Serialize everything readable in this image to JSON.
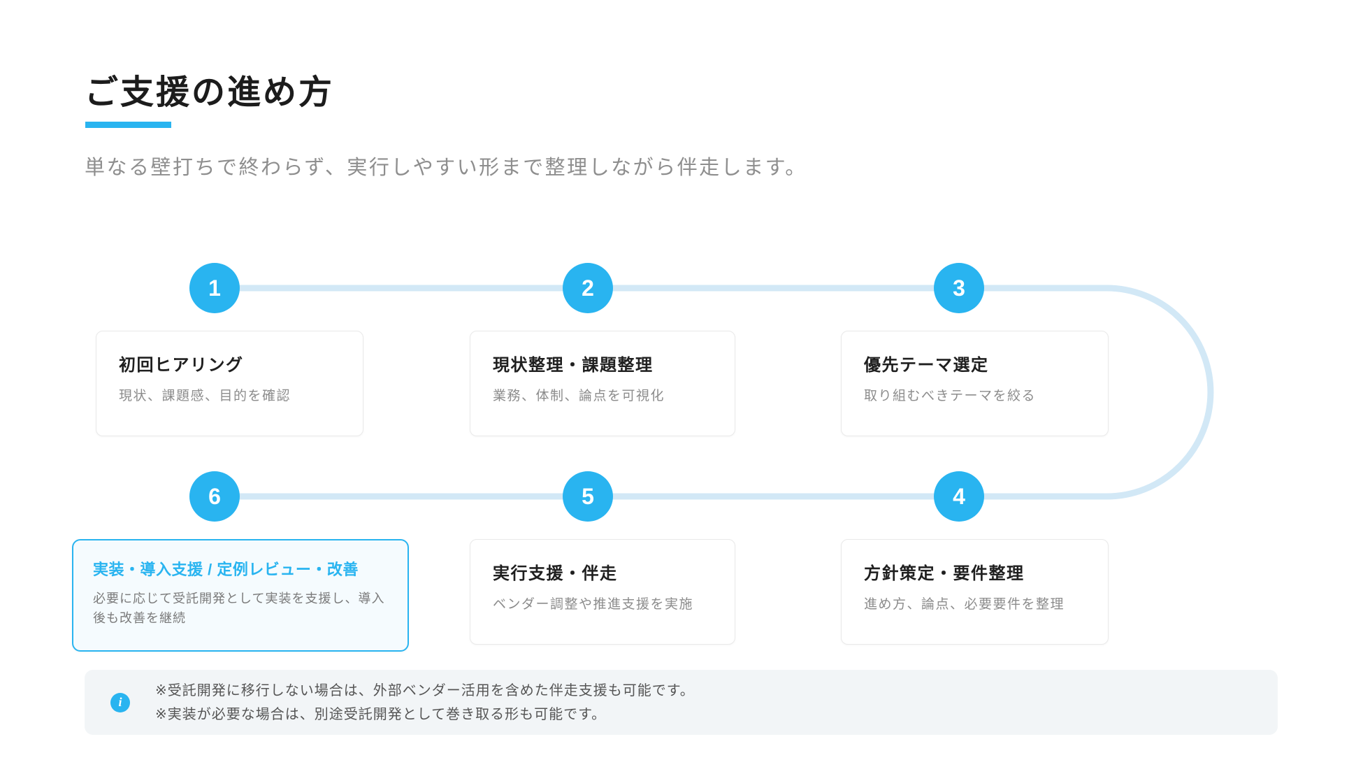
{
  "page": {
    "title": "ご支援の進め方",
    "subtitle": "単なる壁打ちで終わらず、実行しやすい形まで整理しながら伴走します。"
  },
  "colors": {
    "accent": "#29b4f0",
    "connector_line": "#d2e8f6",
    "card_border": "#e9e9e9",
    "highlight_card_bg": "#f5fbfe",
    "note_bg": "#f2f5f7"
  },
  "steps": [
    {
      "number": "1",
      "title": "初回ヒアリング",
      "description": "現状、課題感、目的を確認",
      "highlighted": false
    },
    {
      "number": "2",
      "title": "現状整理・課題整理",
      "description": "業務、体制、論点を可視化",
      "highlighted": false
    },
    {
      "number": "3",
      "title": "優先テーマ選定",
      "description": "取り組むべきテーマを絞る",
      "highlighted": false
    },
    {
      "number": "4",
      "title": "方針策定・要件整理",
      "description": "進め方、論点、必要要件を整理",
      "highlighted": false
    },
    {
      "number": "5",
      "title": "実行支援・伴走",
      "description": "ベンダー調整や推進支援を実施",
      "highlighted": false
    },
    {
      "number": "6",
      "title": "実装・導入支援 / 定例レビュー・改善",
      "description": "必要に応じて受託開発として実装を支援し、導入後も改善を継続",
      "highlighted": true
    }
  ],
  "note": {
    "icon": "info-icon",
    "lines": [
      "※受託開発に移行しない場合は、外部ベンダー活用を含めた伴走支援も可能です。",
      "※実装が必要な場合は、別途受託開発として巻き取る形も可能です。"
    ]
  }
}
